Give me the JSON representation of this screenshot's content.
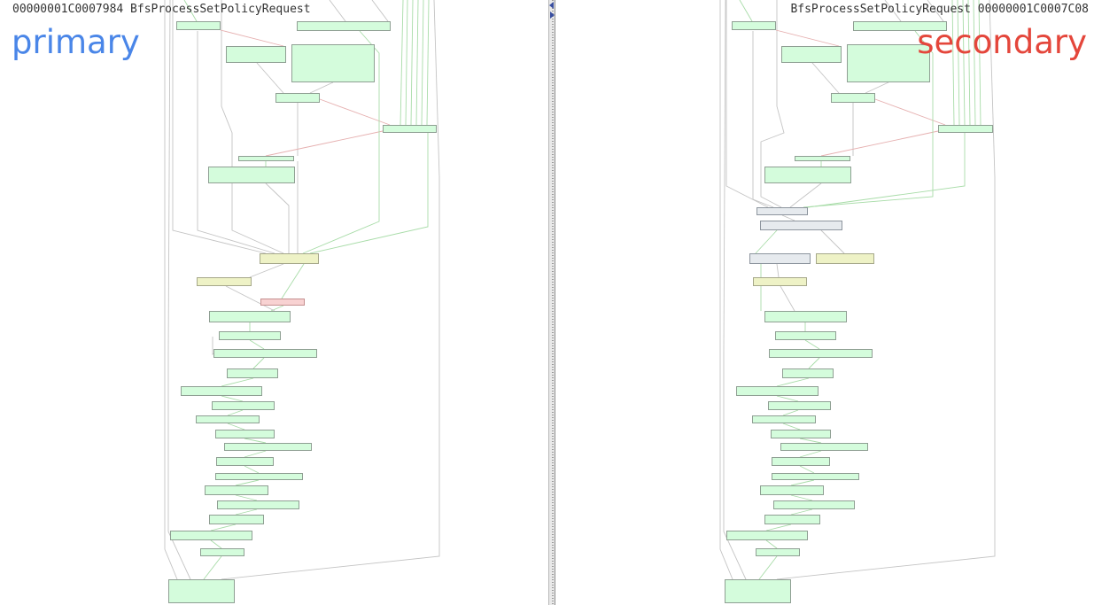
{
  "panes": {
    "primary": {
      "function_header": "00000001C0007984 BfsProcessSetPolicyRequest",
      "label": "primary",
      "label_color": "#4a86e8"
    },
    "secondary": {
      "function_header": "BfsProcessSetPolicyRequest 00000001C0007C08",
      "label": "secondary",
      "label_color": "#e4463b"
    }
  },
  "colors": {
    "node_matched": "#d4fcdc",
    "node_changed": "#eef2c6",
    "node_removed": "#f8d2d2",
    "node_added": "#e6eaee",
    "edge_normal": "#c4c4c4",
    "edge_true": "#a8dca8",
    "edge_false": "#e6b0b0"
  },
  "icons": {
    "splitter_arrow_left": "triangle-left-icon",
    "splitter_arrow_right": "triangle-right-icon"
  }
}
